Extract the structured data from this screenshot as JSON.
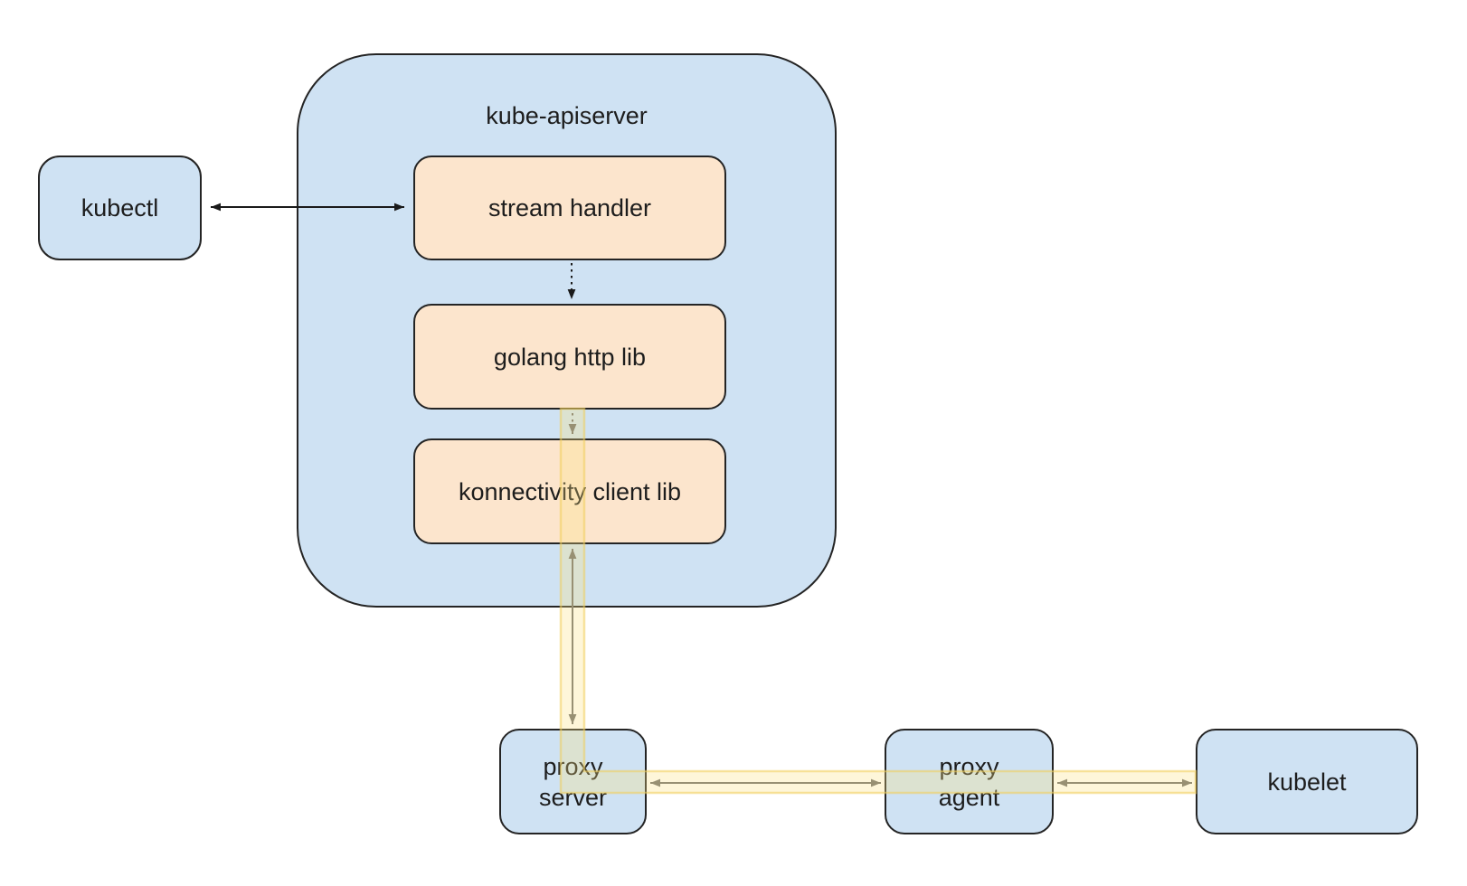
{
  "diagram": {
    "container_title": "kube-apiserver",
    "nodes": {
      "kubectl": {
        "label": "kubectl"
      },
      "stream_handler": {
        "label": "stream handler"
      },
      "golang_http_lib": {
        "label": "golang http lib"
      },
      "konnectivity_client_lib": {
        "label": "konnectivity client lib"
      },
      "proxy_server": {
        "line1": "proxy",
        "line2": "server"
      },
      "proxy_agent": {
        "line1": "proxy",
        "line2": "agent"
      },
      "kubelet": {
        "label": "kubelet"
      }
    },
    "edges": [
      {
        "from": "kubectl",
        "to": "stream handler",
        "style": "solid",
        "color": "black",
        "arrows": "both"
      },
      {
        "from": "stream handler",
        "to": "golang http lib",
        "style": "dotted",
        "color": "black",
        "arrows": "to"
      },
      {
        "from": "golang http lib",
        "to": "konnectivity client lib",
        "style": "dotted",
        "color": "gray",
        "arrows": "to"
      },
      {
        "from": "konnectivity client lib",
        "to": "proxy server",
        "style": "solid",
        "color": "gray",
        "arrows": "both"
      },
      {
        "from": "proxy server",
        "to": "proxy agent",
        "style": "solid",
        "color": "gray",
        "arrows": "both"
      },
      {
        "from": "proxy agent",
        "to": "kubelet",
        "style": "solid",
        "color": "gray",
        "arrows": "both"
      }
    ],
    "highlight_path": {
      "from": "golang http lib",
      "through": [
        "konnectivity client lib",
        "proxy server",
        "proxy agent"
      ],
      "to": "kubelet"
    }
  },
  "colors": {
    "node_blue": "#cfe2f3",
    "node_orange": "#fce5cd",
    "border_dark": "#242424",
    "arrow_black": "#1a1a1a",
    "arrow_gray": "#6e6e6e",
    "highlight_fill": "rgba(252,224,130,0.30)",
    "highlight_stroke": "rgba(240,205,90,0.55)",
    "canvas_bg": "#ffffff"
  }
}
